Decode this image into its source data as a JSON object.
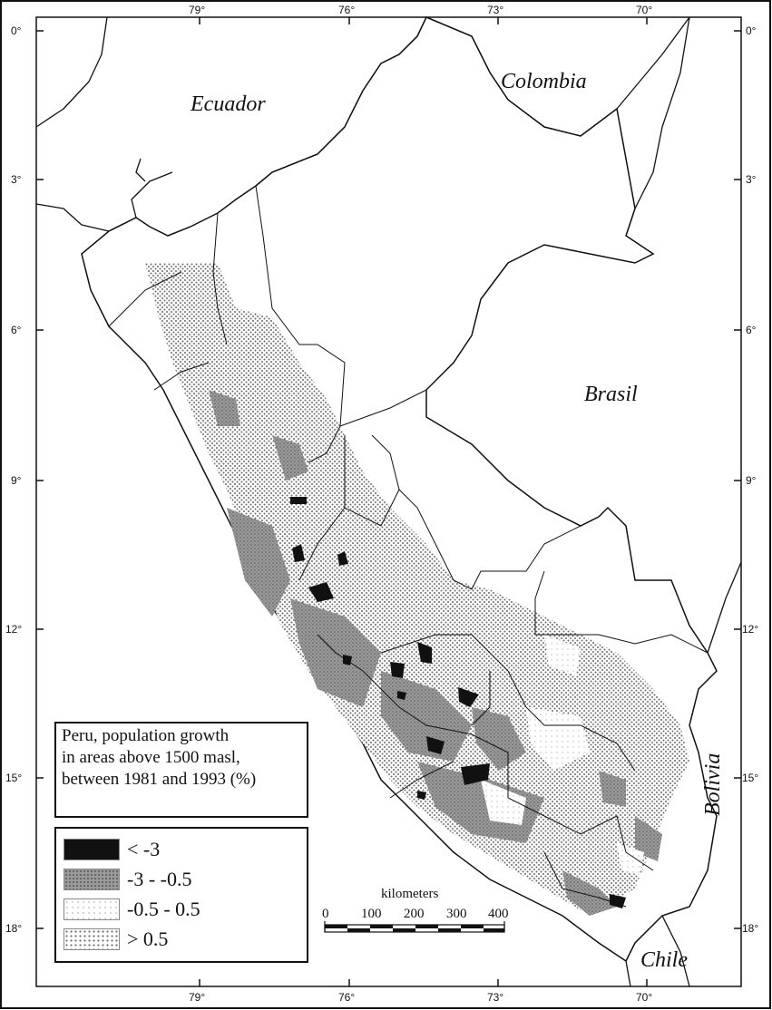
{
  "map": {
    "title_lines": [
      "Peru, population growth",
      "in areas above 1500 masl,",
      "between 1981 and 1993 (%)"
    ],
    "countries": {
      "ecuador": "Ecuador",
      "colombia": "Colombia",
      "brasil": "Brasil",
      "bolivia": "Bolivia",
      "chile": "Chile"
    },
    "longitude_ticks": [
      "79°",
      "76°",
      "73°",
      "70°"
    ],
    "latitude_ticks": [
      "0°",
      "3°",
      "6°",
      "9°",
      "12°",
      "15°",
      "18°"
    ],
    "legend": [
      {
        "label": "< -3",
        "color": "#111111"
      },
      {
        "label": "-3 - -0.5",
        "color": "#8a8a8a"
      },
      {
        "label": "-0.5 - 0.5",
        "color": "#e4e4e4"
      },
      {
        "label": "> 0.5",
        "color": "#bdbdbd"
      }
    ],
    "scale": {
      "title": "kilometers",
      "ticks": [
        "0",
        "100",
        "200",
        "300",
        "400"
      ]
    }
  }
}
